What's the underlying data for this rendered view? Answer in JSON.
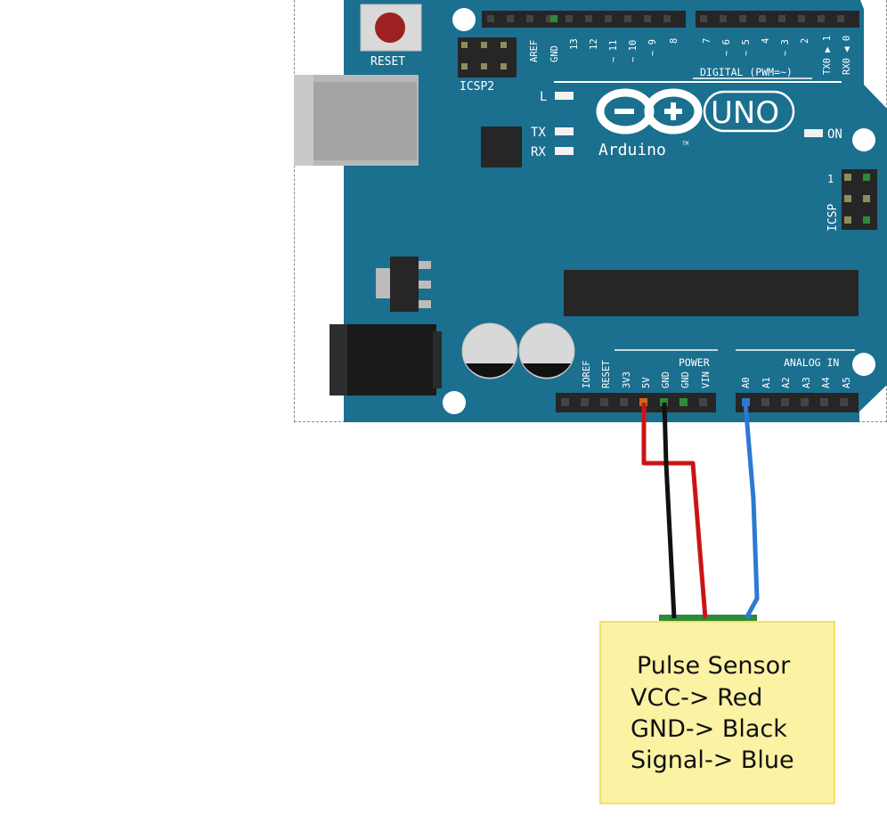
{
  "board": {
    "reset_label": "RESET",
    "icsp2_label": "ICSP2",
    "icsp_label": "ICSP",
    "icsp_pin1": "1",
    "led_l": "L",
    "led_tx": "TX",
    "led_rx": "RX",
    "led_on": "ON",
    "brand_uno": "UNO",
    "brand_arduino": "Arduino",
    "brand_tm": "TM",
    "digital_label": "DIGITAL (PWM=~)",
    "power_label": "POWER",
    "analog_label": "ANALOG IN",
    "digital_pins_left": [
      "AREF",
      "GND",
      "13",
      "12",
      "~ 11",
      "~ 10",
      "~ 9",
      "8"
    ],
    "digital_pins_right": [
      "7",
      "~ 6",
      "~ 5",
      "4",
      "~ 3",
      "2",
      "TX0 ▶ 1",
      "RX0 ◀ 0"
    ],
    "power_pins": [
      "IOREF",
      "RESET",
      "3V3",
      "5V",
      "GND",
      "GND",
      "VIN"
    ],
    "analog_pins": [
      "A0",
      "A1",
      "A2",
      "A3",
      "A4",
      "A5"
    ]
  },
  "sensor_note": {
    "title": "Pulse Sensor",
    "vcc": "VCC-> Red",
    "gnd": "GND-> Black",
    "signal": "Signal-> Blue"
  },
  "colors": {
    "board": "#1b6f8f",
    "wire_vcc": "#d31717",
    "wire_gnd": "#111111",
    "wire_signal": "#2b7ad4",
    "note_fill": "#fbf2a4"
  }
}
